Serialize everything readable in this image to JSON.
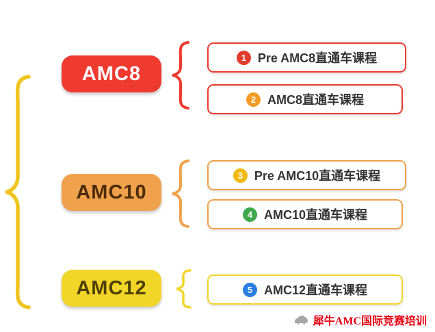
{
  "diagram": {
    "root_brace_color": "#f0c41e",
    "item_text_color": "#333333",
    "groups": [
      {
        "label": "AMC8",
        "color": "#ee3a2f",
        "text_color": "#ffffff",
        "items": [
          {
            "num": "1",
            "badge_color": "#e23b2e",
            "label": "Pre AMC8直通车课程"
          },
          {
            "num": "2",
            "badge_color": "#f59a23",
            "label": "AMC8直通车课程"
          }
        ]
      },
      {
        "label": "AMC10",
        "color": "#f0a14c",
        "text_color": "#4d2c0a",
        "items": [
          {
            "num": "3",
            "badge_color": "#f0b90f",
            "label": "Pre AMC10直通车课程"
          },
          {
            "num": "4",
            "badge_color": "#3ea84c",
            "label": "AMC10直通车课程"
          }
        ]
      },
      {
        "label": "AMC12",
        "color": "#f2d529",
        "text_color": "#4d4000",
        "items": [
          {
            "num": "5",
            "badge_color": "#2a7de1",
            "label": "AMC12直通车课程"
          }
        ]
      }
    ]
  },
  "watermark": {
    "text": "犀牛AMC国际竞赛培训",
    "color": "#e60012"
  }
}
